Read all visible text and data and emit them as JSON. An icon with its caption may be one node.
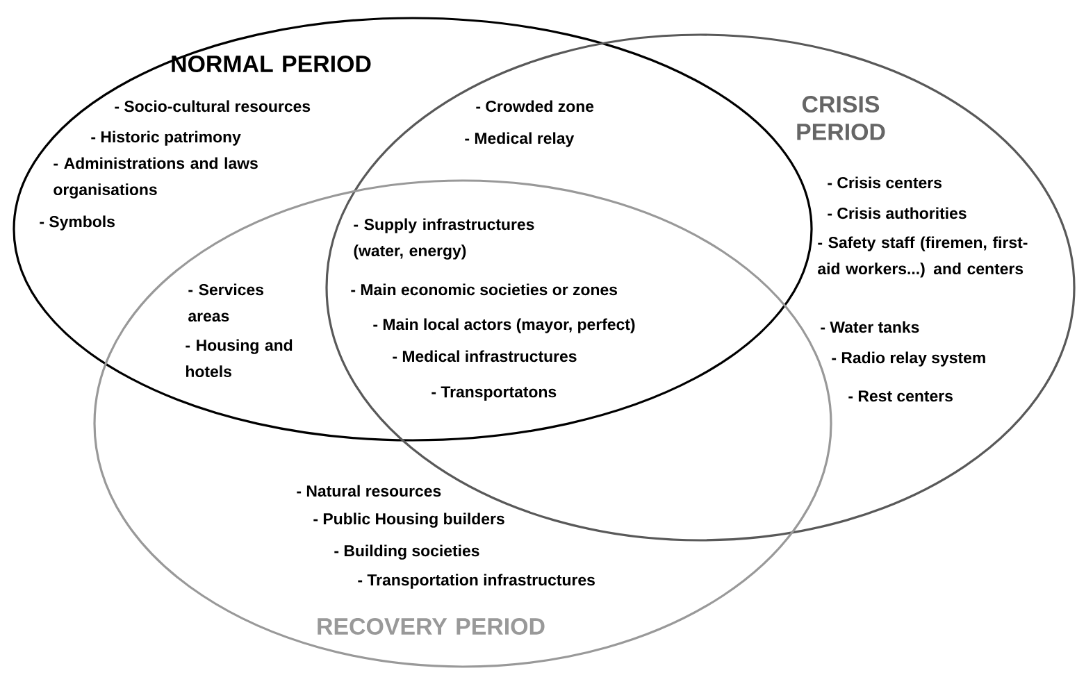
{
  "diagram": {
    "nodes": [
      {
        "text": [
          "NORMAL PERIOD"
        ]
      },
      {
        "text": [
          "CRISIS PERIOD"
        ]
      },
      {
        "text": [
          "RECOVERY PERIOD"
        ]
      }
    ],
    "edges": [],
    "labels": [
      "- Socio-cultural resources",
      "- Historic patrimony",
      "- Administrations and laws organisations",
      "- Symbols",
      "- Crowded zone",
      "- Medical relay",
      "- Supply infrastructures (water, energy)",
      "- Main economic societies or zones",
      "- Main local actors (mayor, perfect)",
      "- Medical infrastructures",
      "- Transportatons",
      "- Services areas",
      "- Housing and hotels",
      "- Crisis centers",
      "- Crisis authorities",
      "- Safety staff (firemen, first-aid workers...) and centers",
      "- Water tanks",
      "- Radio relay system",
      "- Rest centers",
      "- Natural resources",
      "- Public Housing builders",
      "- Building societies",
      "- Transportation infrastructures"
    ]
  }
}
